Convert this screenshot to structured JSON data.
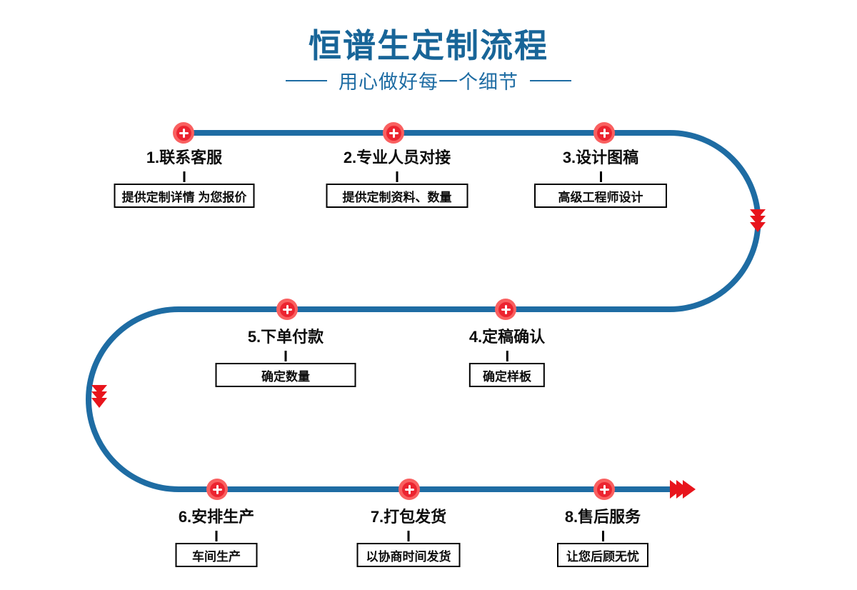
{
  "header": {
    "title": "恒谱生定制流程",
    "subtitle": "用心做好每一个细节"
  },
  "steps": [
    {
      "label": "1.联系客服",
      "box": "提供定制详情 为您报价"
    },
    {
      "label": "2.专业人员对接",
      "box": "提供定制资料、数量"
    },
    {
      "label": "3.设计图稿",
      "box": "高级工程师设计"
    },
    {
      "label": "4.定稿确认",
      "box": "确定样板"
    },
    {
      "label": "5.下单付款",
      "box": "确定数量"
    },
    {
      "label": "6.安排生产",
      "box": "车间生产"
    },
    {
      "label": "7.打包发货",
      "box": "以协商时间发货"
    },
    {
      "label": "8.售后服务",
      "box": "让您后顾无忧"
    }
  ],
  "colors": {
    "title_blue": "#186598",
    "path_blue": "#1e6ca3",
    "marker_red_outer": "#f96060",
    "marker_red_inner": "#ec2430",
    "arrow_red": "#e8141c",
    "box_border": "#000000",
    "text_black": "#0d0d0d"
  }
}
